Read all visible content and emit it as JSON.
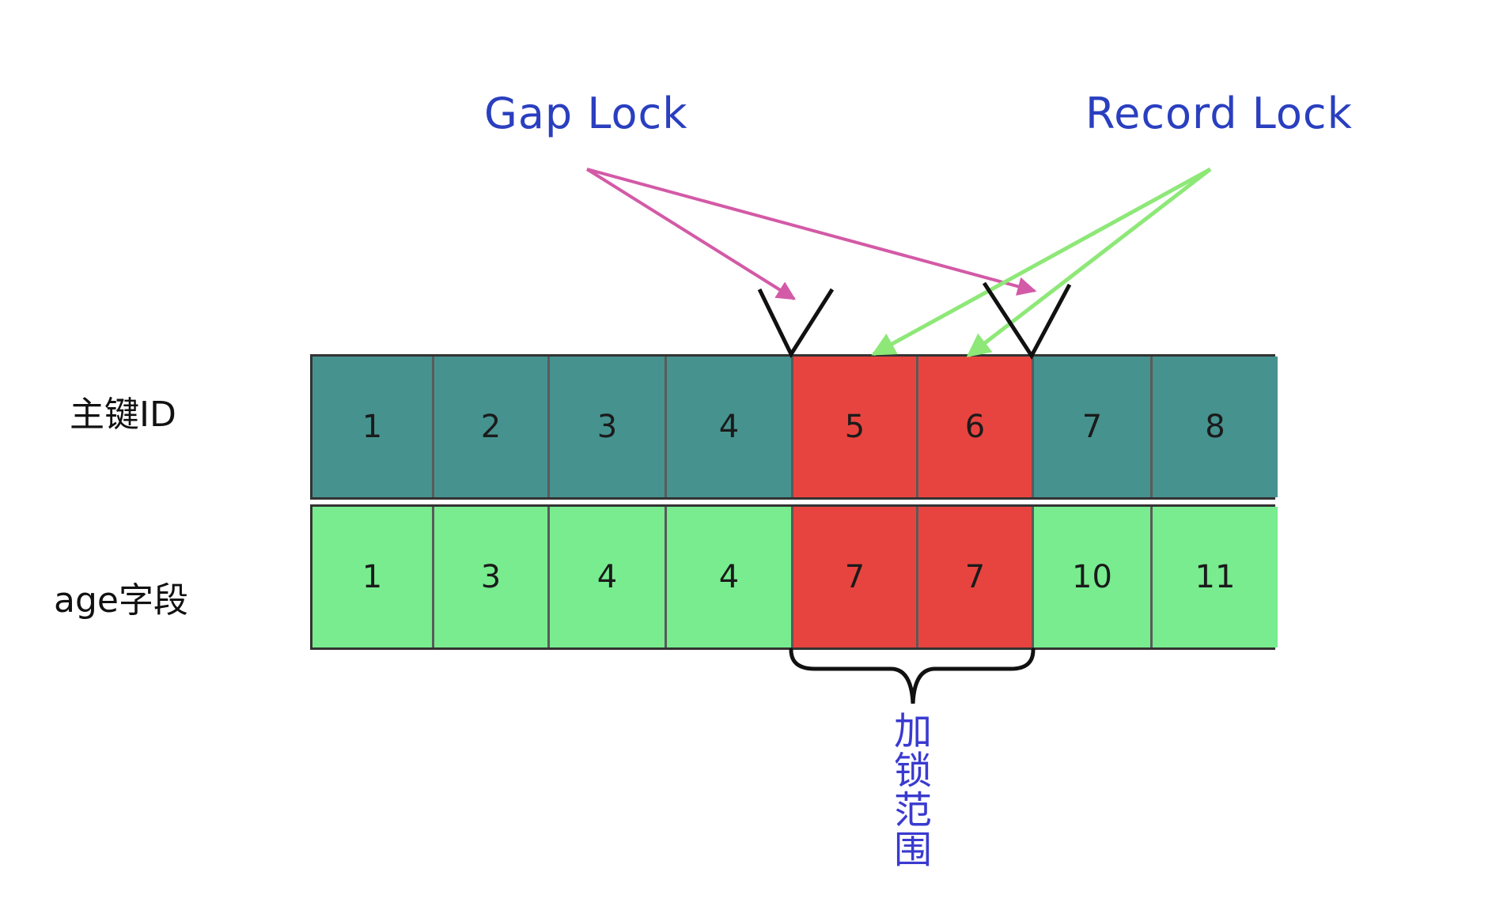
{
  "labels": {
    "gap_lock": "Gap Lock",
    "record_lock": "Record Lock",
    "row_id": "主键ID",
    "row_age": "age字段",
    "lock_range": "加锁范围"
  },
  "rows": [
    {
      "key": "id",
      "cells": [
        {
          "value": "1",
          "locked": false
        },
        {
          "value": "2",
          "locked": false
        },
        {
          "value": "3",
          "locked": false
        },
        {
          "value": "4",
          "locked": false
        },
        {
          "value": "5",
          "locked": true
        },
        {
          "value": "6",
          "locked": true
        },
        {
          "value": "7",
          "locked": false
        },
        {
          "value": "8",
          "locked": false
        }
      ]
    },
    {
      "key": "age",
      "cells": [
        {
          "value": "1",
          "locked": false
        },
        {
          "value": "3",
          "locked": false
        },
        {
          "value": "4",
          "locked": false
        },
        {
          "value": "4",
          "locked": false
        },
        {
          "value": "7",
          "locked": true
        },
        {
          "value": "7",
          "locked": true
        },
        {
          "value": "10",
          "locked": false
        },
        {
          "value": "11",
          "locked": false
        }
      ]
    }
  ],
  "colors": {
    "id_row": "#46928f",
    "age_row": "#78ec8f",
    "locked": "#e8443f",
    "gap_arrow": "#d35aa6",
    "record_arrow": "#8ee878",
    "label_text": "#2a3fbf",
    "range_text": "#3a3ad0"
  }
}
